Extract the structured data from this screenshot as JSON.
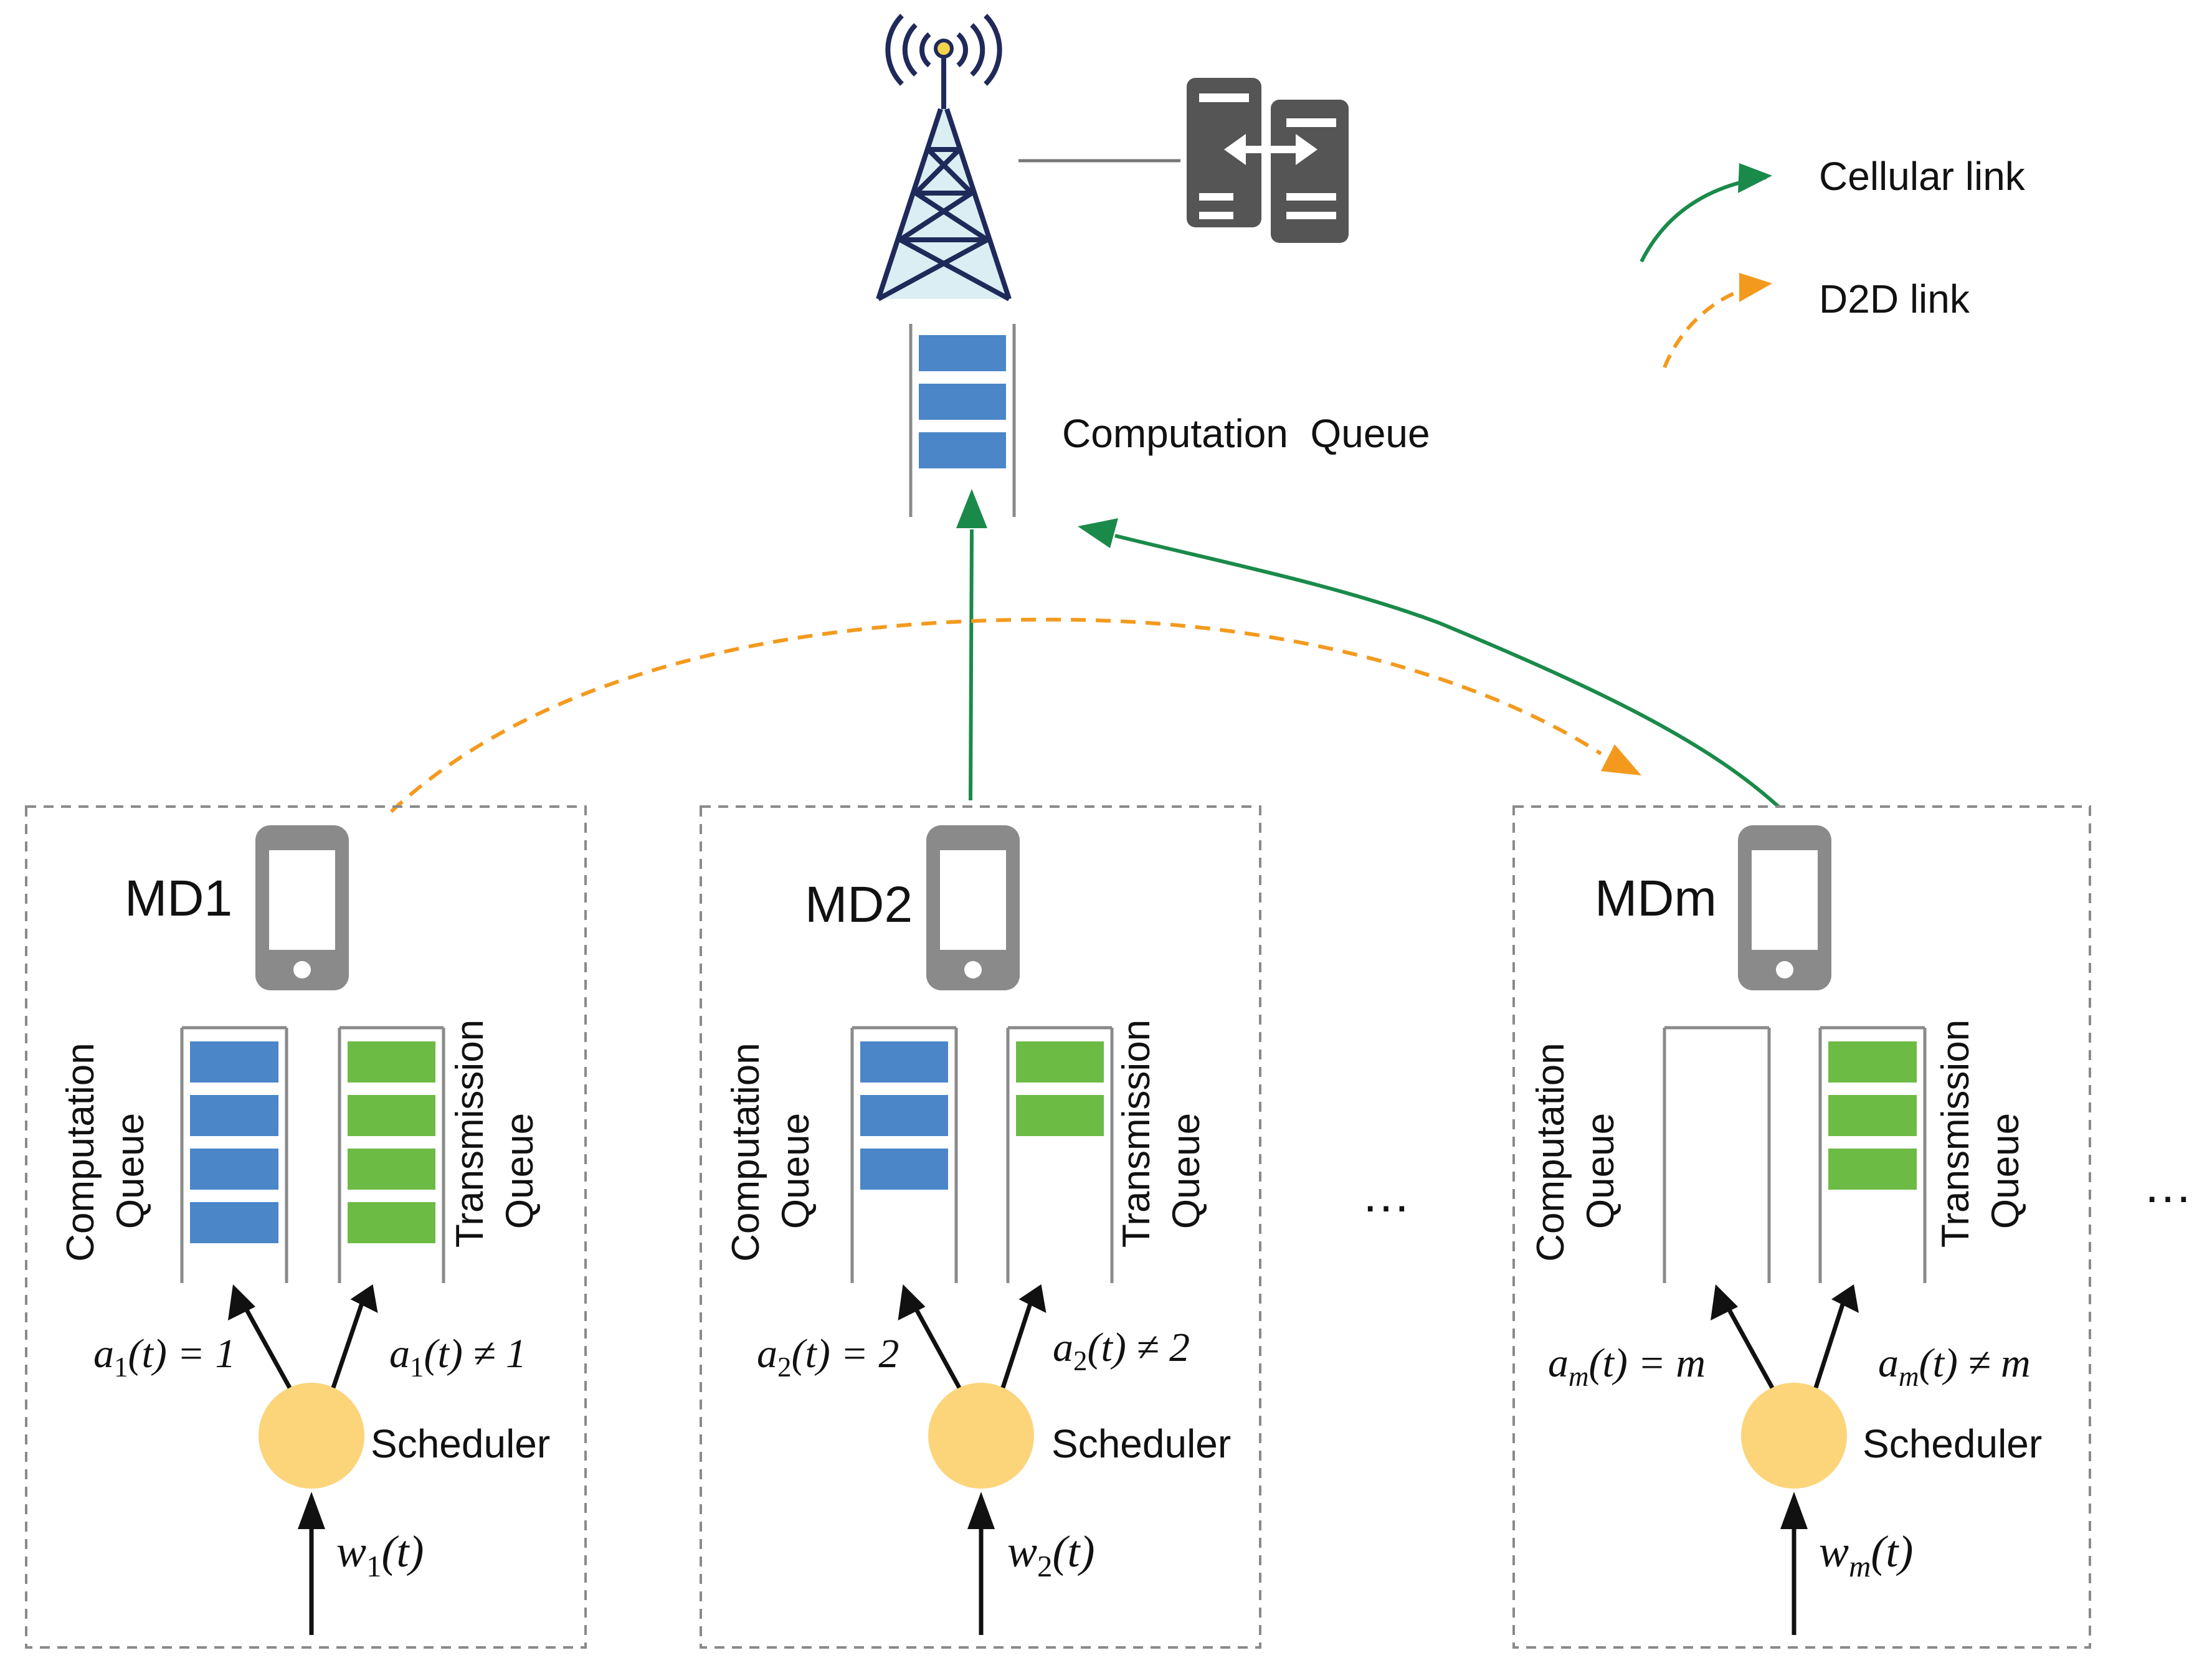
{
  "colors": {
    "cellular": "#1a8a4a",
    "d2d": "#f39a1e",
    "computation_block": "#4a86c8",
    "transmission_block": "#6cbb45",
    "scheduler": "#fcd47a",
    "device": "#8a8a8a",
    "server": "#555555",
    "tower": "#1f2a5a"
  },
  "icons": {
    "tower": "cell-tower-icon",
    "server": "server-icon",
    "phone": "smartphone-icon"
  },
  "legend": {
    "cellular": "Cellular link",
    "d2d": "D2D link"
  },
  "base_station": {
    "queue_label": "Computation  Queue",
    "queue_blocks": 3
  },
  "devices": [
    {
      "label": "MD1",
      "computation_label": "Computation",
      "transmission_label": "Transmission",
      "queue_word": "Queue",
      "computation_blocks": 4,
      "transmission_blocks": 4,
      "scheduler_label": "Scheduler",
      "input_var": "w",
      "input_sub": "1",
      "input_arg": "(t)",
      "left_eq_var": "a",
      "left_eq_sub": "1",
      "left_eq_rest": "(t) = 1",
      "right_eq_var": "a",
      "right_eq_sub": "1",
      "right_eq_rest": "(t) ≠ 1"
    },
    {
      "label": "MD2",
      "computation_label": "Computation",
      "transmission_label": "Transmission",
      "queue_word": "Queue",
      "computation_blocks": 3,
      "transmission_blocks": 2,
      "scheduler_label": "Scheduler",
      "input_var": "w",
      "input_sub": "2",
      "input_arg": "(t)",
      "left_eq_var": "a",
      "left_eq_sub": "2",
      "left_eq_rest": "(t) = 2",
      "right_eq_var": "a",
      "right_eq_sub": "2",
      "right_eq_rest": "(t) ≠ 2"
    },
    {
      "label": "MDm",
      "computation_label": "Computation",
      "transmission_label": "Transmission",
      "queue_word": "Queue",
      "computation_blocks": 0,
      "transmission_blocks": 3,
      "scheduler_label": "Scheduler",
      "input_var": "w",
      "input_sub": "m",
      "input_arg": "(t)",
      "left_eq_var": "a",
      "left_eq_sub": "m",
      "left_eq_rest": "(t) = m",
      "right_eq_var": "a",
      "right_eq_sub": "m",
      "right_eq_rest": "(t) ≠ m"
    }
  ],
  "ellipsis": "…"
}
